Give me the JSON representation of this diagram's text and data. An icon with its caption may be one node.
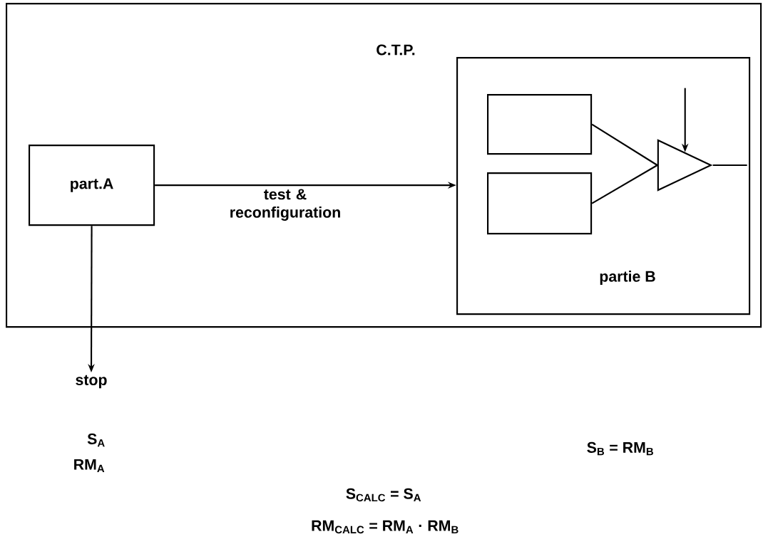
{
  "diagram": {
    "nodes": [
      {
        "text": [
          "C.T.P."
        ]
      },
      {
        "text": [
          "part.A"
        ],
        "in": 0
      },
      {
        "text": [
          "partie B"
        ],
        "in": 0
      },
      {
        "text": [],
        "shape": "box",
        "in": 2
      },
      {
        "text": [],
        "shape": "box",
        "in": 2
      },
      {
        "text": [],
        "shape": "triangle",
        "in": 2
      },
      {
        "text": [
          "stop"
        ]
      }
    ],
    "edges": [
      {
        "from": 1,
        "to": 2,
        "arrow": "to",
        "label": "test & reconfiguration"
      },
      {
        "from": 1,
        "to": 6,
        "arrow": "to"
      },
      {
        "from": 3,
        "to": 5,
        "arrow": "none"
      },
      {
        "from": 4,
        "to": 5,
        "arrow": "none"
      },
      {
        "from": null,
        "to": 5,
        "arrow": "to"
      },
      {
        "from": 5,
        "to": null,
        "arrow": "none"
      }
    ],
    "labels": [
      "S$_{A}$",
      "RM$_{A}$",
      "S$_{B}$ = RM$_{B}$",
      "S$_{CALC}$ = S$_{A}$",
      "RM$_{CALC}$ = RM$_{A}$ · RM$_{B}$"
    ]
  }
}
